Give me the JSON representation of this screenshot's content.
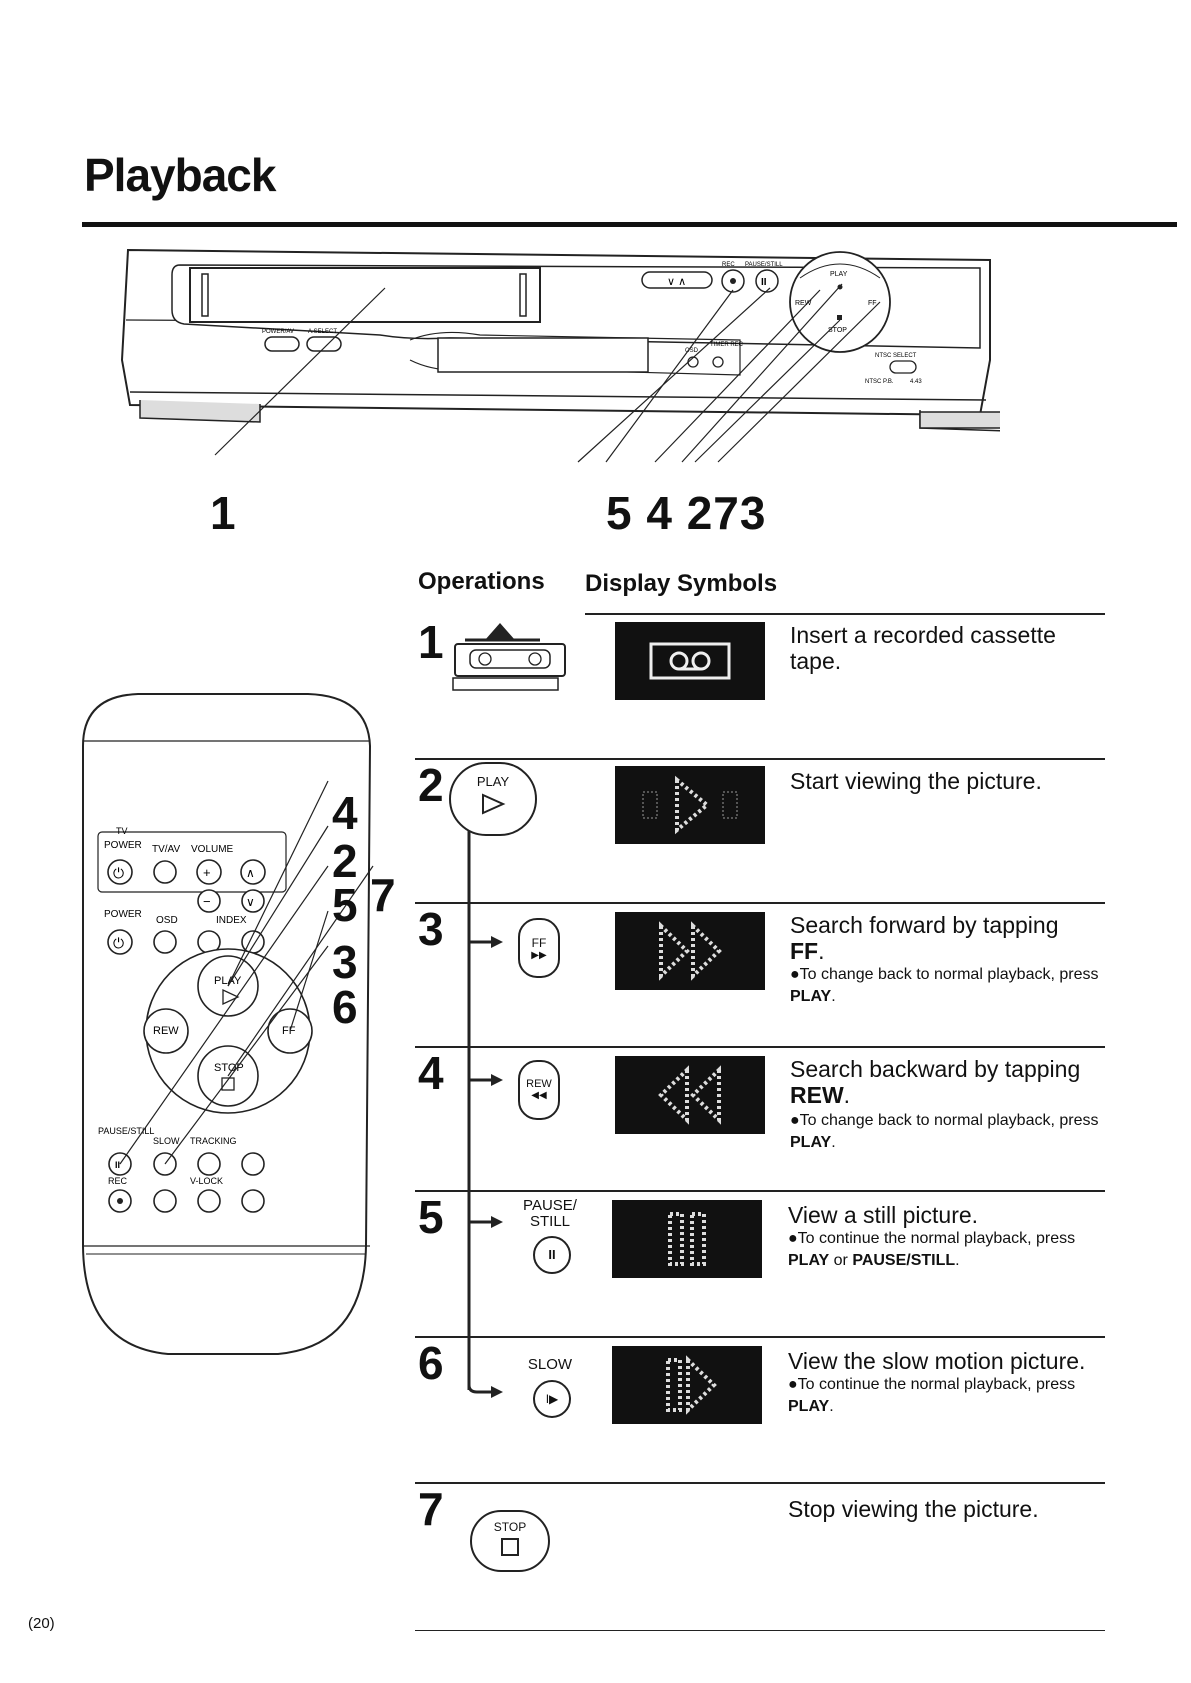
{
  "page": {
    "title": "Playback",
    "page_number": "(20)"
  },
  "vcr_labels": {
    "callout_left": "1",
    "callout_right": "5 4 273",
    "power": "POWER/AV",
    "select": "A.SELECT",
    "rec": "REC",
    "pause_still": "PAUSE/STILL",
    "play": "PLAY",
    "rew": "REW",
    "ff": "FF",
    "stop": "STOP",
    "osd": "OSD",
    "timer_rec": "TIMER REC",
    "ntsc_select": "NTSC SELECT",
    "ntsc_pb": "NTSC P.B.",
    "ratio": "4.43"
  },
  "remote_labels": {
    "tv": "TV",
    "power": "POWER",
    "tv_av": "TV/AV",
    "volume": "VOLUME",
    "power2": "POWER",
    "osd": "OSD",
    "index": "INDEX",
    "play": "PLAY",
    "rew": "REW",
    "ff": "FF",
    "stop": "STOP",
    "pause_still": "PAUSE/STILL",
    "slow": "SLOW",
    "tracking": "TRACKING",
    "rec": "REC",
    "vlock": "V-LOCK",
    "callouts": [
      "4",
      "2",
      "5",
      "7",
      "3",
      "6"
    ]
  },
  "table": {
    "col_operations": "Operations",
    "col_display": "Display Symbols",
    "rows": [
      {
        "num": "1",
        "button": "",
        "text": "Insert a recorded cassette tape.",
        "note_prefix": "",
        "note_bold1": "",
        "note_mid": "",
        "note_bold2": "",
        "note_suffix": "",
        "bold_word": ""
      },
      {
        "num": "2",
        "button": "PLAY",
        "text": "Start viewing the picture.",
        "note_prefix": "",
        "note_bold1": "",
        "note_mid": "",
        "note_bold2": "",
        "note_suffix": "",
        "bold_word": ""
      },
      {
        "num": "3",
        "button": "FF",
        "text": "Search forward by tapping",
        "bold_word": "FF",
        "note_prefix": "●To change back to normal playback, press ",
        "note_bold1": "PLAY",
        "note_mid": "",
        "note_bold2": "",
        "note_suffix": "."
      },
      {
        "num": "4",
        "button": "REW",
        "text": "Search backward by tapping",
        "bold_word": "REW",
        "note_prefix": "●To change back to normal playback, press ",
        "note_bold1": "PLAY",
        "note_mid": "",
        "note_bold2": "",
        "note_suffix": "."
      },
      {
        "num": "5",
        "button": "PAUSE/ STILL",
        "text": "View a still picture.",
        "bold_word": "",
        "note_prefix": "●To continue the normal playback, press ",
        "note_bold1": "PLAY",
        "note_mid": " or ",
        "note_bold2": "PAUSE/STILL",
        "note_suffix": "."
      },
      {
        "num": "6",
        "button": "SLOW",
        "text": "View the slow motion picture.",
        "bold_word": "",
        "note_prefix": "●To continue the normal playback, press ",
        "note_bold1": "PLAY",
        "note_mid": "",
        "note_bold2": "",
        "note_suffix": "."
      },
      {
        "num": "7",
        "button": "STOP",
        "text": "Stop viewing the picture.",
        "bold_word": "",
        "note_prefix": "",
        "note_bold1": "",
        "note_mid": "",
        "note_bold2": "",
        "note_suffix": ""
      }
    ]
  }
}
